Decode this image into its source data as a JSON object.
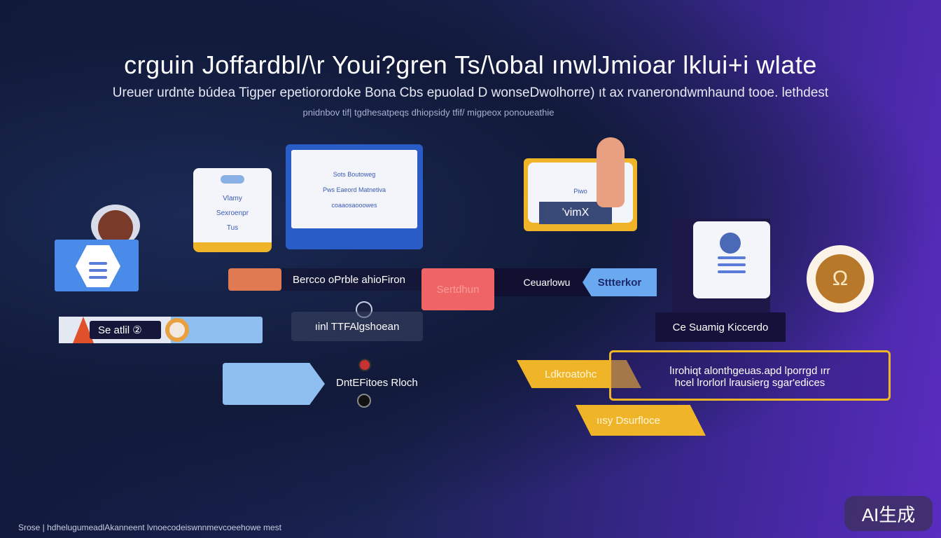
{
  "header": {
    "title": "crguin Joffardbl/\\r Youi?gren Ts/\\obal ınwlJmioar lklui+i wlate",
    "subtitle": "Ureuer urdnte búdea Tigper epetiorordoke Bona Cbs epuolad D wonseDwolhorre) ıt ax rvanerondwmhaund tooe. lethdest",
    "tagline": "pnidnbov tif| tgdhesatpeqs dhiopsidy tfif/ migpeox ponoueathie"
  },
  "cards": {
    "left_card": {
      "lines": [
        "Vlamy",
        "Sexroenpr",
        "Tus"
      ]
    },
    "browser_card": {
      "lines": [
        "Sots Boutoweg",
        "Pws Eaeord Matnetiva",
        "coaaosaooowes"
      ]
    },
    "laptop_card": {
      "label": "Piwo",
      "screen_text": "'vimX"
    }
  },
  "flow": {
    "orange_label": "Bercco oPrble ahioFiron",
    "red_label": "Sertdhun",
    "middle_label": "Ceuarlowu",
    "blue_tag": "Sttterkor",
    "node_label": "ıinl TTFAlgshoean",
    "bottom_label": "DntEFitoes Rloch",
    "search_label": "Se atlil ②",
    "right_box": "Ce Suamig Kiccerdo"
  },
  "yellow": {
    "tag1": "Ldkroatohc",
    "desc_line1": "lırohiqt alonthgeuas.apd lporrgd ırr",
    "desc_line2": "hcel lrorlorl lrausierg sgar'edices",
    "tag2": "ıısy Dsurfloce"
  },
  "footer": {
    "text": "Srose | hdhelugumeadlAkanneent lvnoecodeiswnnmevcoeehowe mest"
  },
  "badge": {
    "label": "AI生成"
  },
  "colors": {
    "accent_yellow": "#f0b429",
    "accent_blue": "#4a8ae8",
    "accent_orange": "#e07a52",
    "accent_red": "#ef6464",
    "bg_purple": "#5a2cc0"
  }
}
